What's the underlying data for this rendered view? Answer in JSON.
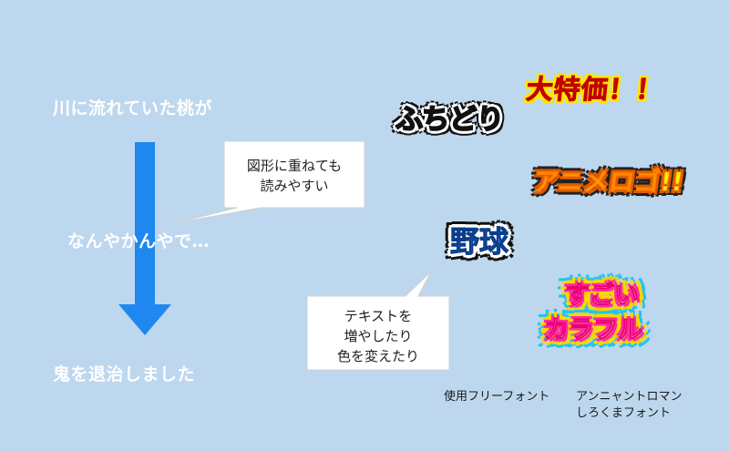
{
  "story": {
    "line1": "川に流れていた桃が",
    "line2": "なんやかんやで…",
    "line3": "鬼を退治しました"
  },
  "callouts": {
    "top": "図形に重ねても\n読みやすい",
    "bottom": "テキストを\n増やしたり\n色を変えたり"
  },
  "decorated_words": {
    "taitokka": "大特価！！",
    "fuchidori": "ふちどり",
    "anime_logo": "アニメロゴ!!",
    "yakyu": "野球",
    "sugoi": "すごい",
    "colorful": "カラフル"
  },
  "credits": {
    "free_font": "使用フリーフォント",
    "ancient_roman": "アンニャントロマン",
    "shirokuma": "しろくまフォント"
  },
  "colors": {
    "background": "#bdd7ee",
    "arrow": "#1e88f0",
    "story_text": "#ffffff"
  }
}
